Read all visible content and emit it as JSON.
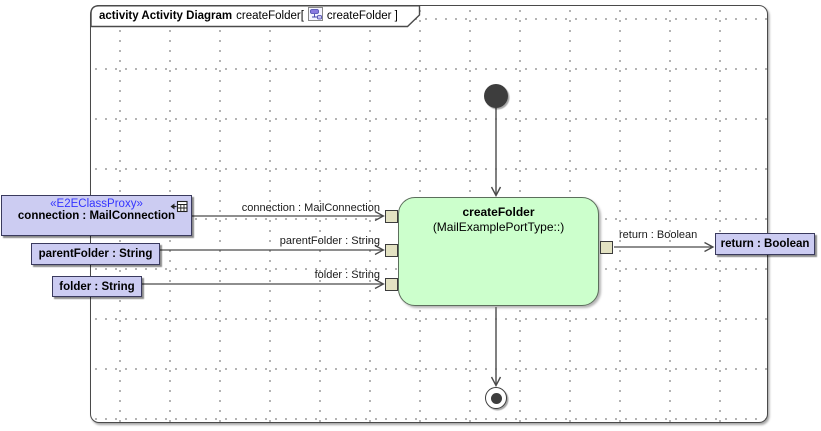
{
  "frame": {
    "title_keyword": "activity Activity Diagram",
    "title_name": "createFolder[",
    "title_suffix": "createFolder ]"
  },
  "action": {
    "name": "createFolder",
    "qualifier": "(MailExamplePortType::)"
  },
  "parameter_nodes": {
    "connection": {
      "stereotype": "«E2EClassProxy»",
      "name": "connection : MailConnection"
    },
    "parent_folder": {
      "name": "parentFolder : String"
    },
    "folder": {
      "name": "folder : String"
    },
    "return": {
      "name": "return : Boolean"
    }
  },
  "edge_labels": {
    "connection": "connection : MailConnection",
    "parent_folder": "parentFolder : String",
    "folder": "folder : String",
    "return": "return : Boolean"
  },
  "icons": {
    "tab_icon": "activity-diagram-icon",
    "proxy_icon": "class-proxy-link-icon"
  },
  "colors": {
    "parameter_node_fill": "#ccccf2",
    "action_fill": "#ccffcc",
    "pin_fill": "#e3e2c2",
    "stereotype_text": "#3434ff",
    "edge": "#4a4a4a",
    "node_fill": "#3d3d3d"
  }
}
